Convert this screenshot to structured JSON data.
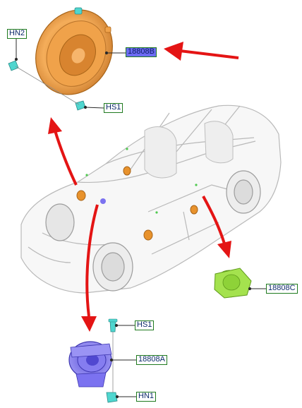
{
  "callouts": {
    "hn2": "HN2",
    "part_18808b": "18808B",
    "hs1_top": "HS1",
    "part_18808c": "18808C",
    "hs1_bottom": "HS1",
    "part_18808a": "18808A",
    "hn1": "HN1"
  },
  "colors": {
    "highlight_label": "#6b6bf2",
    "label_border": "#1f7a1f",
    "label_text": "#0c2a6b",
    "pointer_arrow": "#e41414",
    "front_speaker": "#f0a24a",
    "rear_speaker": "#9fe040",
    "tweeter_speaker": "#7b72f0",
    "fastener": "#4fd6cf",
    "car_outline": "#b8b8b8"
  }
}
